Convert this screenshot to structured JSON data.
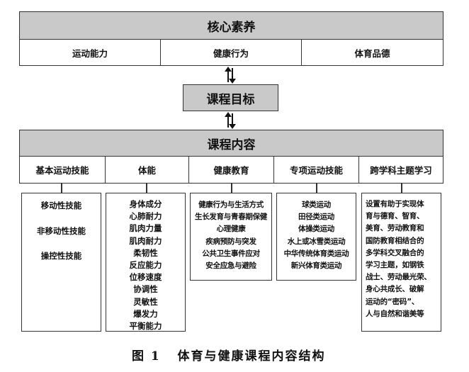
{
  "top": {
    "title": "核心素养",
    "cells": [
      "运动能力",
      "健康行为",
      "体育品德"
    ]
  },
  "middle": {
    "title": "课程目标"
  },
  "content": {
    "title": "课程内容",
    "categories": [
      "基本运动技能",
      "体能",
      "健康教育",
      "专项运动技能",
      "跨学科主题学习"
    ]
  },
  "boxes": {
    "basic": [
      "移动性技能",
      "非移动性技能",
      "操控性技能"
    ],
    "fitness": [
      "身体成分",
      "心肺耐力",
      "肌肉力量",
      "肌肉耐力",
      "柔韧性",
      "反应能力",
      "位移速度",
      "协调性",
      "灵敏性",
      "爆发力",
      "平衡能力"
    ],
    "health": [
      "健康行为与生活方式",
      "生长发育与青春期保健",
      "心理健康",
      "疾病预防与突发",
      "公共卫生事件应对",
      "安全应急与避险"
    ],
    "special": [
      "球类运动",
      "田径类运动",
      "体操类运动",
      "水上或冰雪类运动",
      "中华传统体育类运动",
      "新兴体育类运动"
    ],
    "cross": [
      "设置有助于实现体",
      "育与德育、智育、",
      "美育、劳动教育和",
      "国防教育相结合的",
      "多学科交叉融合的",
      "学习主题，如钢铁",
      "战士、劳动最光荣、",
      "身心共成长、破解",
      "运动的“密码”、",
      "人与自然和谐美等"
    ]
  },
  "caption": "图 1   体育与健康课程内容结构"
}
